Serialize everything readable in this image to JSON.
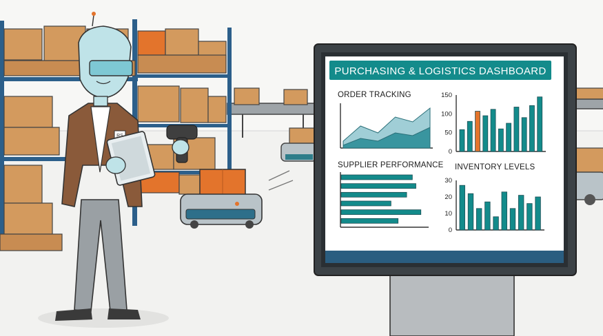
{
  "dashboard": {
    "title": "PURCHASING & LOGISTICS DASHBOARD",
    "accent": "#138b8b",
    "highlight": "#e3742c"
  },
  "badge": {
    "text": "RS"
  },
  "chart_data": [
    {
      "type": "area",
      "title": "ORDER TRACKING",
      "series": [
        {
          "values": [
            10,
            32,
            22,
            45,
            38,
            58
          ]
        },
        {
          "values": [
            4,
            14,
            10,
            22,
            18,
            30
          ]
        }
      ]
    },
    {
      "type": "bar",
      "title": "",
      "yticks": [
        "150",
        "100",
        "50",
        "0"
      ],
      "ylim": [
        0,
        150
      ],
      "values": [
        58,
        80,
        107,
        95,
        112,
        60,
        75,
        118,
        90,
        122,
        145
      ],
      "highlight_index": 2
    },
    {
      "type": "bar",
      "orientation": "horizontal",
      "title": "SUPPLIER PERFORMANCE",
      "values": [
        100,
        105,
        92,
        70,
        112,
        80
      ]
    },
    {
      "type": "bar",
      "title": "INVENTORY LEVELS",
      "yticks": [
        "30",
        "20",
        "10",
        "0"
      ],
      "ylim": [
        0,
        30
      ],
      "values": [
        27,
        22,
        13,
        17,
        8,
        23,
        13,
        21,
        16,
        20
      ]
    }
  ]
}
